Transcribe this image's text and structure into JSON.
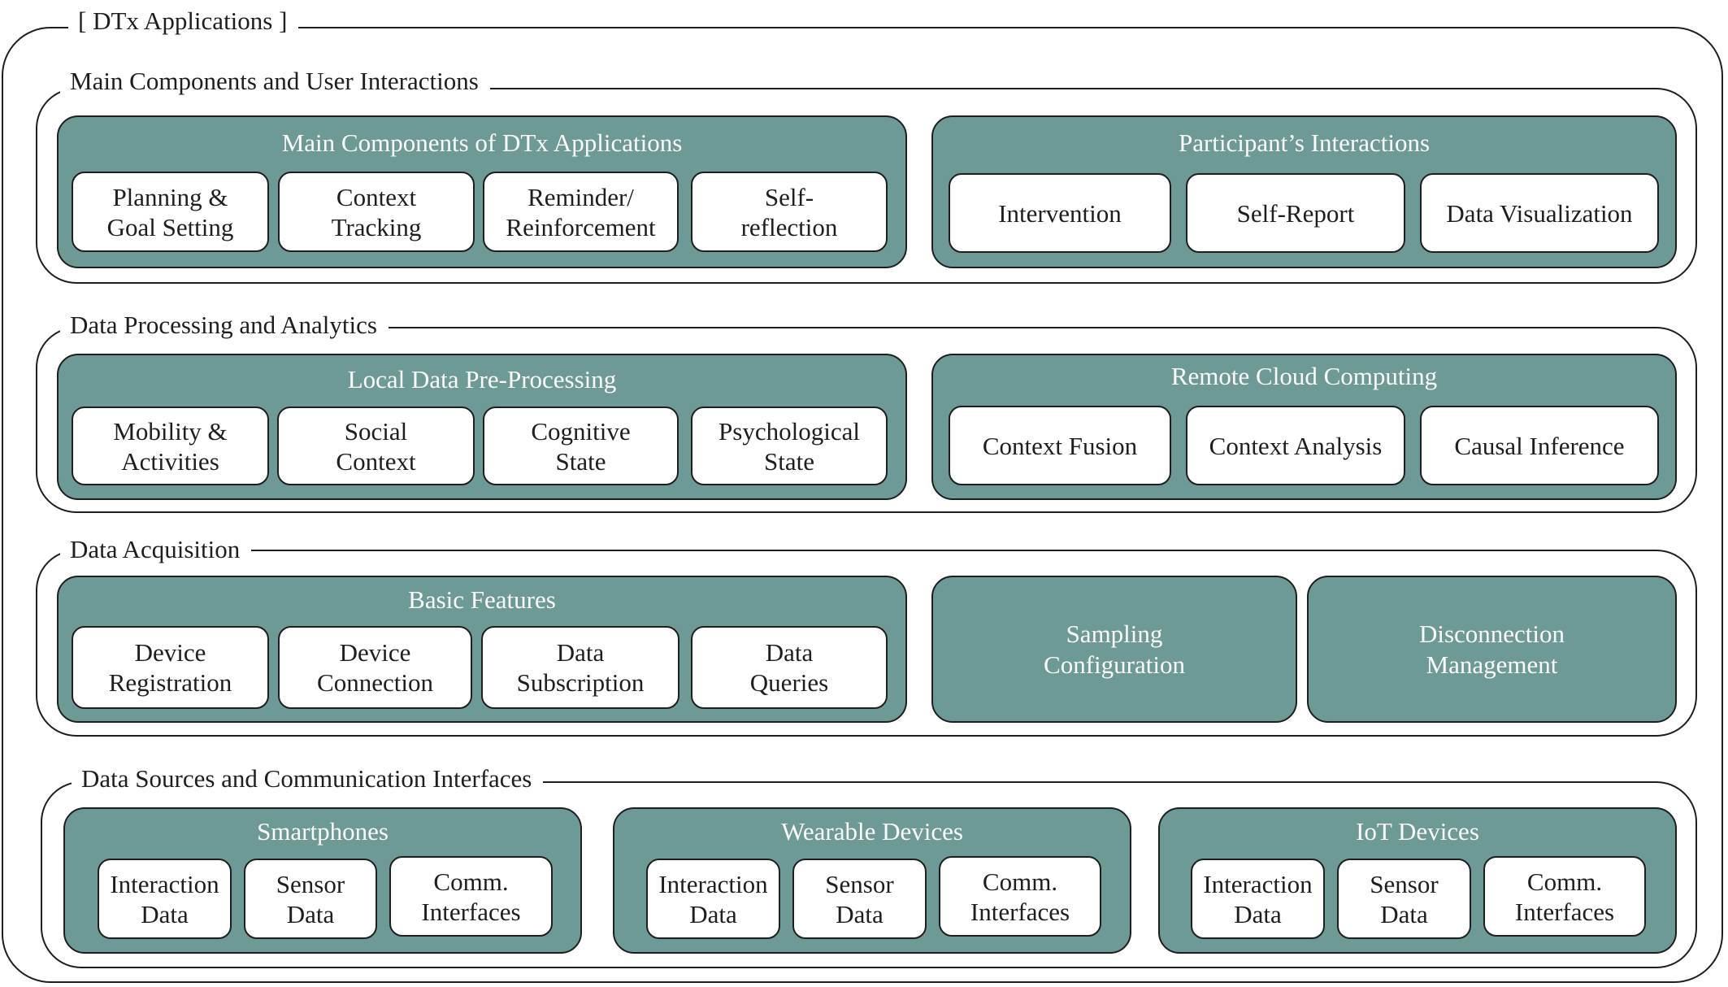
{
  "title": "[ DTx Applications ]",
  "layers": {
    "main": {
      "label": "Main Components and User Interactions",
      "components": {
        "title": "Main Components of DTx Applications",
        "items": [
          "Planning &\nGoal Setting",
          "Context\nTracking",
          "Reminder/\nReinforcement",
          "Self-\nreflection"
        ]
      },
      "interactions": {
        "title": "Participant’s Interactions",
        "items": [
          "Intervention",
          "Self-Report",
          "Data Visualization"
        ]
      }
    },
    "processing": {
      "label": "Data Processing and Analytics",
      "local": {
        "title": "Local Data Pre-Processing",
        "items": [
          "Mobility &\nActivities",
          "Social\nContext",
          "Cognitive\nState",
          "Psychological\nState"
        ]
      },
      "cloud": {
        "title": "Remote Cloud Computing",
        "items": [
          "Context Fusion",
          "Context Analysis",
          "Causal Inference"
        ]
      }
    },
    "acquisition": {
      "label": "Data Acquisition",
      "basic": {
        "title": "Basic Features",
        "items": [
          "Device\nRegistration",
          "Device\nConnection",
          "Data\nSubscription",
          "Data\nQueries"
        ]
      },
      "sampling": "Sampling\nConfiguration",
      "disconnection": "Disconnection\nManagement"
    },
    "sources": {
      "label": "Data Sources and Communication Interfaces",
      "smartphones": {
        "title": "Smartphones",
        "items": [
          "Interaction\nData",
          "Sensor\nData",
          "Comm.\nInterfaces"
        ]
      },
      "wearables": {
        "title": "Wearable Devices",
        "items": [
          "Interaction\nData",
          "Sensor\nData",
          "Comm.\nInterfaces"
        ]
      },
      "iot": {
        "title": "IoT Devices",
        "items": [
          "Interaction\nData",
          "Sensor\nData",
          "Comm.\nInterfaces"
        ]
      }
    }
  },
  "colors": {
    "panel": "#6e9a96",
    "border": "#1e1e1e",
    "box": "#ffffff",
    "panel_text": "#fbfbfb"
  }
}
